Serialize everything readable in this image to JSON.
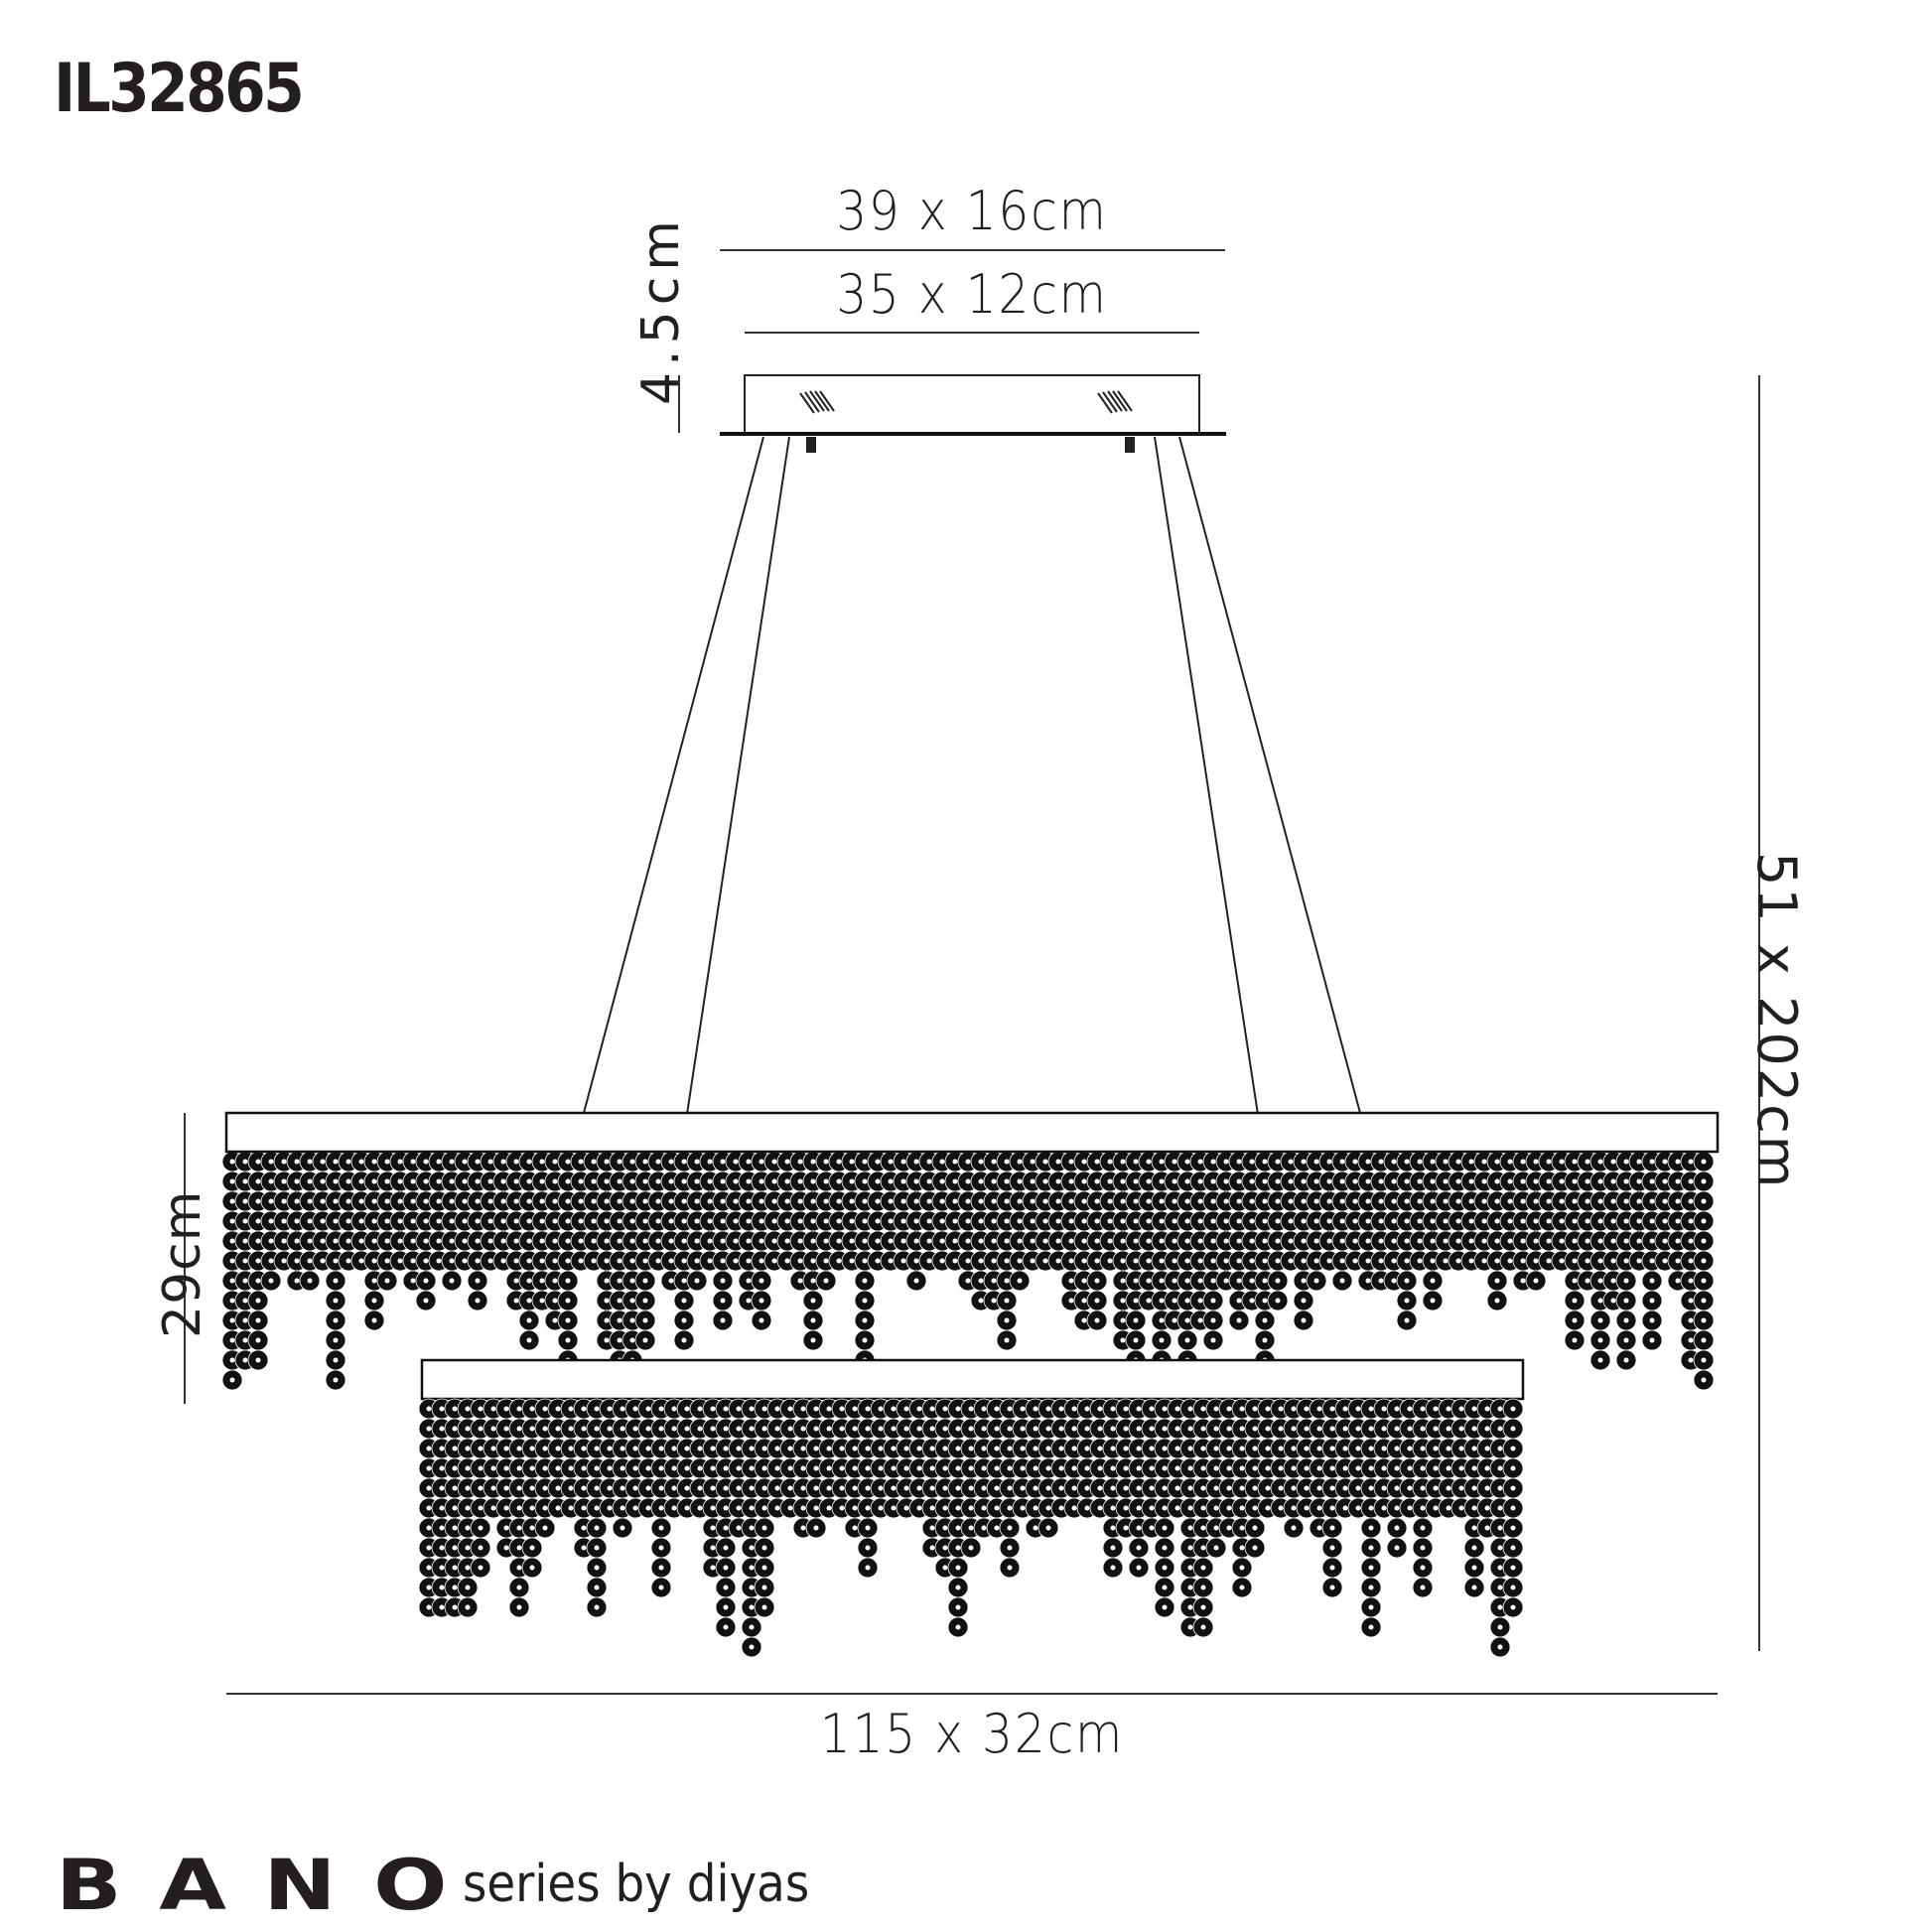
{
  "product_code": "IL32865",
  "dimensions": {
    "outer_canopy": "39 x 16cm",
    "inner_canopy": "35 x 12cm",
    "canopy_height": "4.5cm",
    "shade_height": "29cm",
    "overall_height": "51 x 202cm",
    "width_depth": "115 x 32cm"
  },
  "footer": {
    "series_name": "BANO",
    "series_tagline": "series by diyas"
  },
  "colors": {
    "ink": "#231f20",
    "line": "#333333",
    "background": "#ffffff"
  }
}
